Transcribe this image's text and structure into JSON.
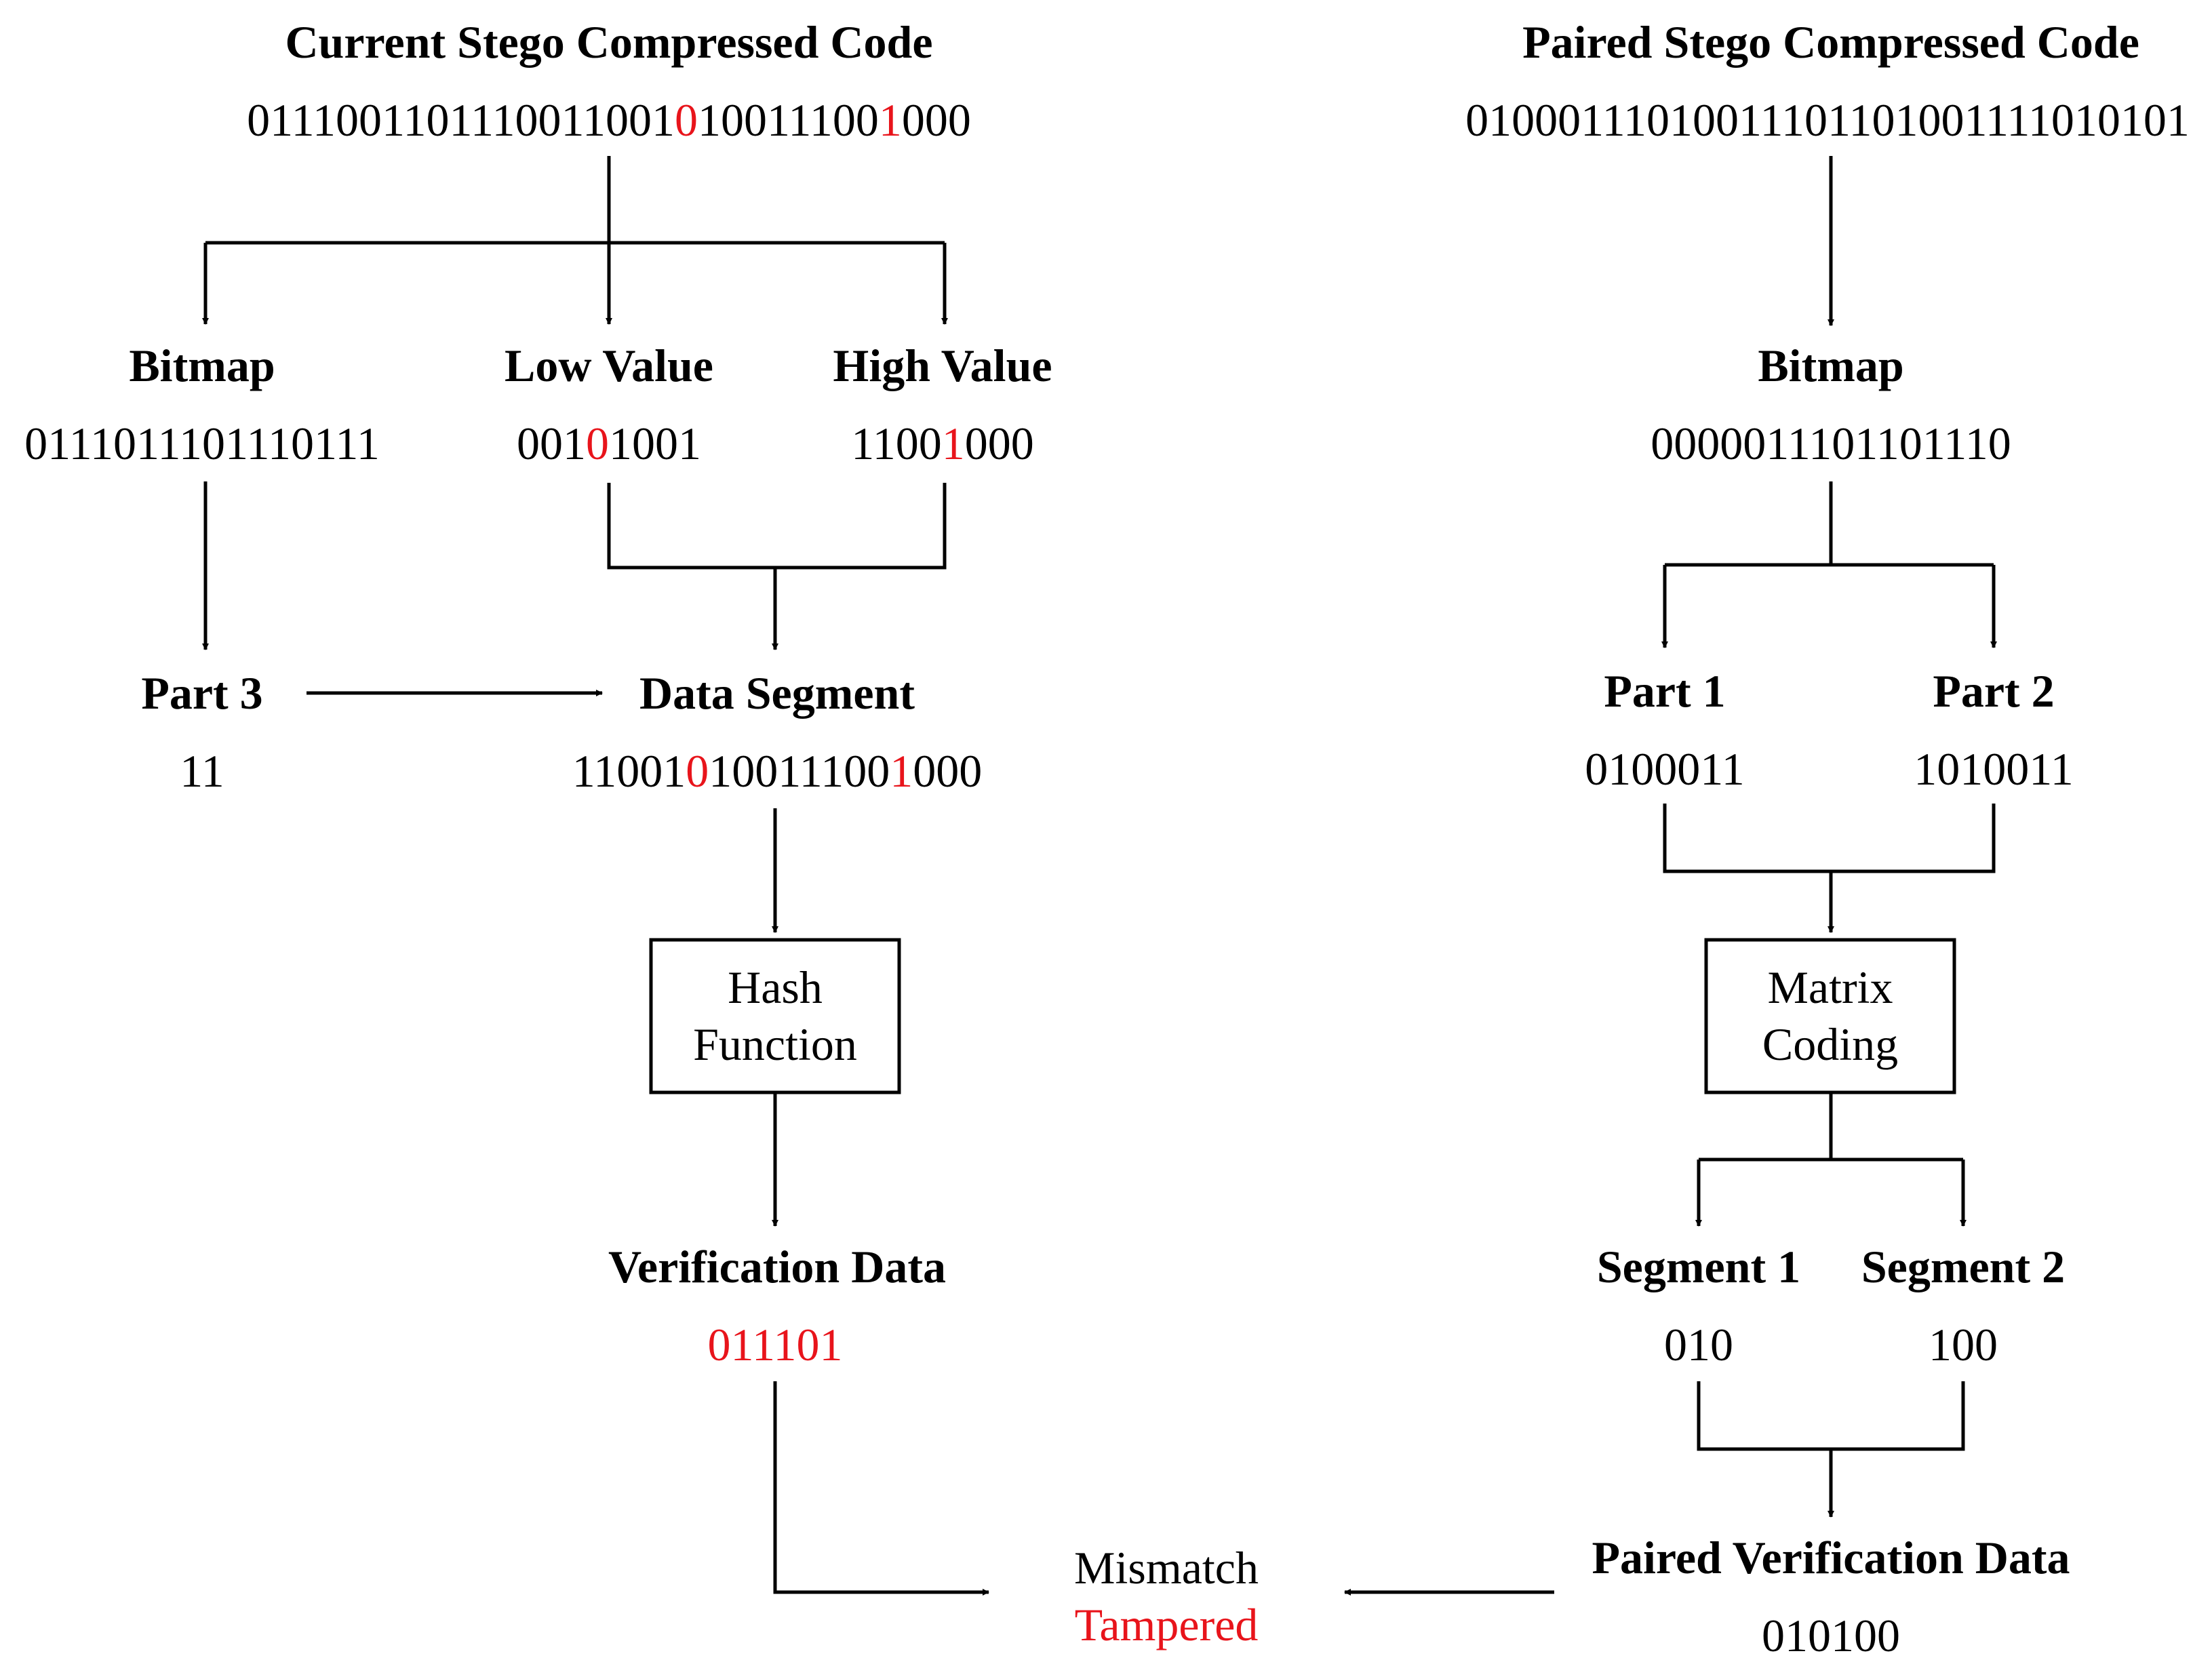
{
  "left": {
    "title": "Current Stego Compressed Code",
    "code": {
      "pre": "0111001101110011001",
      "mark1": "0",
      "mid": "10011100",
      "mark2": "1",
      "post": "000"
    },
    "bitmap": {
      "label": "Bitmap",
      "value": "0111011101110111"
    },
    "low": {
      "label": "Low Value",
      "pre": "001",
      "mark": "0",
      "post": "1001"
    },
    "high": {
      "label": "High Value",
      "pre": "1100",
      "mark": "1",
      "post": "000"
    },
    "part3": {
      "label": "Part 3",
      "value": "11"
    },
    "segment": {
      "label": "Data Segment",
      "pre": "11001",
      "mark1": "0",
      "mid": "10011100",
      "mark2": "1",
      "post": "000"
    },
    "hash": {
      "line1": "Hash",
      "line2": "Function"
    },
    "verification": {
      "label": "Verification Data",
      "value": "011101"
    }
  },
  "right": {
    "title": "Paired Stego Compressed Code",
    "code": "01000111010011101101001111010101",
    "bitmap": {
      "label": "Bitmap",
      "value": "0000011101101110"
    },
    "part1": {
      "label": "Part 1",
      "value": "0100011"
    },
    "part2": {
      "label": "Part 2",
      "value": "1010011"
    },
    "matrix": {
      "line1": "Matrix",
      "line2": "Coding"
    },
    "seg1": {
      "label": "Segment 1",
      "value": "010"
    },
    "seg2": {
      "label": "Segment 2",
      "value": "100"
    },
    "paired": {
      "label": "Paired Verification Data",
      "value": "010100"
    }
  },
  "result": {
    "line1": "Mismatch",
    "line2": "Tampered"
  },
  "colors": {
    "highlight": "#e8141b",
    "line": "#000000"
  }
}
